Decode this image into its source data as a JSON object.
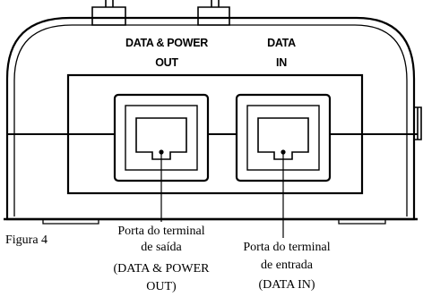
{
  "panel": {
    "out_label_line1": "DATA & POWER",
    "out_label_line2": "OUT",
    "in_label_line1": "DATA",
    "in_label_line2": "IN"
  },
  "figure_label": "Figura 4",
  "callouts": {
    "out_port": {
      "line1": "Porta do terminal",
      "line2": "de saída",
      "line3": "(DATA & POWER",
      "line4": "OUT)"
    },
    "in_port": {
      "line1": "Porta do terminal",
      "line2": "de entrada",
      "line3": "(DATA IN)"
    }
  }
}
